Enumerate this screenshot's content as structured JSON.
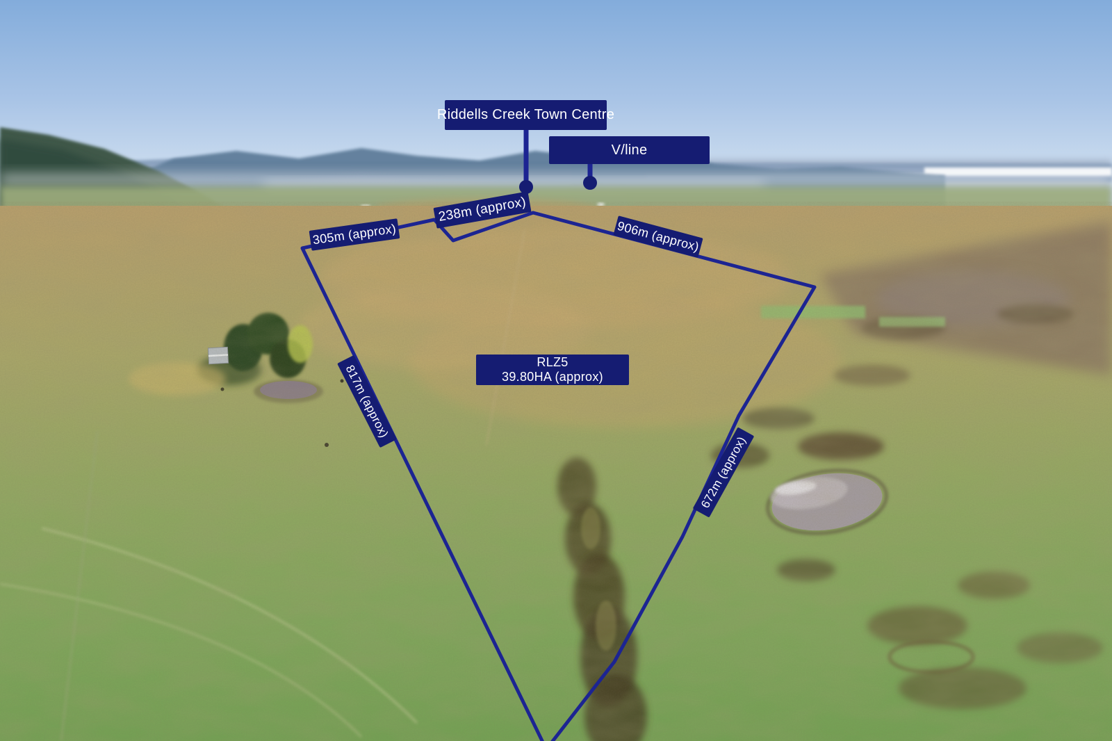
{
  "colors": {
    "label_bg": "#151c72",
    "label_text": "#ffffff",
    "boundary": "#1c2492"
  },
  "labels": {
    "town_centre": "Riddells Creek Town Centre",
    "vline": "V/line",
    "seg_238": "238m (approx)",
    "seg_305": "305m (approx)",
    "seg_906": "906m (approx)",
    "seg_817": "817m (approx)",
    "seg_672": "672m (approx)"
  },
  "zone": {
    "code": "RLZ5",
    "area": "39.80HA (approx)"
  }
}
